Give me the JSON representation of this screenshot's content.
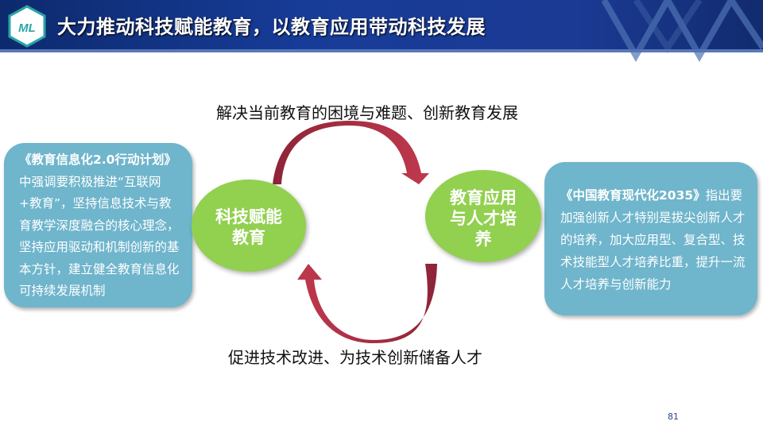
{
  "header": {
    "title": "大力推动科技赋能教育，以教育应用带动科技发展",
    "logo_text": "ML"
  },
  "left_box": {
    "title": "《教育信息化2.0行动计划》",
    "body": "中强调要积极推进“互联网+教育”，坚持信息技术与教育教学深度融合的核心理念，坚持应用驱动和机制创新的基本方针，建立健全教育信息化可持续发展机制"
  },
  "right_box": {
    "title": "《中国教育现代化2035》",
    "body": "指出要加强创新人才特别是拔尖创新人才的培养，加大应用型、复合型、技术技能型人才培养比重，提升一流人才培养与创新能力"
  },
  "cycle": {
    "top_caption": "解决当前教育的困境与难题、创新教育发展",
    "bottom_caption": "促进技术改进、为技术创新储备人才",
    "left_node": [
      "科技赋能",
      "教育"
    ],
    "right_node": [
      "教育应用",
      "与人才培",
      "养"
    ]
  },
  "colors": {
    "header": "#173c98",
    "box": "#6fb5cc",
    "node": "#92d050",
    "arrow": "#b8344a"
  },
  "page_number": "81"
}
